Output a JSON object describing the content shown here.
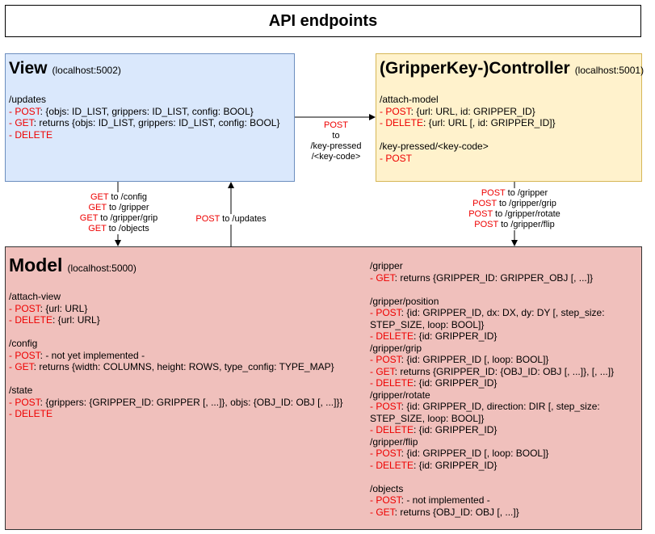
{
  "title": "API endpoints",
  "view": {
    "name": "View",
    "address": "(localhost:5002)",
    "lines": [
      {
        "text": "/updates"
      },
      {
        "method": "- POST",
        "rest": ": {objs: ID_LIST, grippers: ID_LIST, config: BOOL}"
      },
      {
        "method": "- GET",
        "rest": ": returns {objs: ID_LIST, grippers: ID_LIST, config: BOOL}"
      },
      {
        "method": "- DELETE",
        "rest": ""
      }
    ]
  },
  "controller": {
    "name": "(GripperKey-)Controller",
    "address": "(localhost:5001)",
    "lines": [
      {
        "text": "/attach-model"
      },
      {
        "method": "- POST",
        "rest": ": {url: URL, id: GRIPPER_ID}"
      },
      {
        "method": "- DELETE",
        "rest": ": {url: URL [, id: GRIPPER_ID]}"
      },
      {
        "gap": true
      },
      {
        "text": "/key-pressed/<key-code>"
      },
      {
        "method": "- POST",
        "rest": ""
      }
    ]
  },
  "model": {
    "name": "Model",
    "address": "(localhost:5000)",
    "left_lines": [
      {
        "text": "/attach-view"
      },
      {
        "method": "- POST",
        "rest": ": {url: URL}"
      },
      {
        "method": "- DELETE",
        "rest": ": {url: URL}"
      },
      {
        "gap": true
      },
      {
        "text": "/config"
      },
      {
        "method": "- POST",
        "rest": ": - not yet implemented -"
      },
      {
        "method": "- GET",
        "rest": ": returns {width: COLUMNS, height: ROWS, type_config: TYPE_MAP}"
      },
      {
        "gap": true
      },
      {
        "text": "/state"
      },
      {
        "method": "- POST",
        "rest": ": {grippers: {GRIPPER_ID: GRIPPER [, ...]}, objs: {OBJ_ID: OBJ [, ...]}}"
      },
      {
        "method": "- DELETE",
        "rest": ""
      }
    ],
    "right_lines": [
      {
        "text": "/gripper"
      },
      {
        "method": "- GET",
        "rest": ": returns {GRIPPER_ID: GRIPPER_OBJ [, ...]}"
      },
      {
        "gap": true
      },
      {
        "text": "/gripper/position"
      },
      {
        "method": "- POST",
        "rest": ": {id: GRIPPER_ID, dx: DX, dy: DY [, step_size:"
      },
      {
        "text": "STEP_SIZE, loop: BOOL]}"
      },
      {
        "method": "- DELETE",
        "rest": ": {id: GRIPPER_ID}"
      },
      {
        "text": "/gripper/grip"
      },
      {
        "method": "- POST",
        "rest": ": {id: GRIPPER_ID [, loop: BOOL]}"
      },
      {
        "method": "- GET",
        "rest": ": returns {GRIPPER_ID: {OBJ_ID: OBJ [, ...]}, [, ...]}"
      },
      {
        "method": "- DELETE",
        "rest": ": {id: GRIPPER_ID}"
      },
      {
        "text": "/gripper/rotate"
      },
      {
        "method": "- POST",
        "rest": ": {id: GRIPPER_ID, direction: DIR [, step_size:"
      },
      {
        "text": "STEP_SIZE, loop: BOOL]}"
      },
      {
        "method": "- DELETE",
        "rest": ": {id: GRIPPER_ID}"
      },
      {
        "text": "/gripper/flip"
      },
      {
        "method": "- POST",
        "rest": ": {id: GRIPPER_ID [, loop: BOOL]}"
      },
      {
        "method": "- DELETE",
        "rest": ": {id: GRIPPER_ID}"
      },
      {
        "gap": true
      },
      {
        "text": "/objects"
      },
      {
        "method": "- POST",
        "rest": ": - not implemented -"
      },
      {
        "method": "- GET",
        "rest": ": returns {OBJ_ID: OBJ [, ...]}"
      }
    ]
  },
  "edges": {
    "view_to_controller": [
      {
        "method": "POST",
        "rest": ""
      },
      {
        "method": "",
        "rest": "to"
      },
      {
        "method": "",
        "rest": "/key-pressed"
      },
      {
        "method": "",
        "rest": "/<key-code>"
      }
    ],
    "view_to_model": [
      {
        "method": "GET",
        "rest": " to /config"
      },
      {
        "method": "GET",
        "rest": " to /gripper"
      },
      {
        "method": "GET",
        "rest": " to /gripper/grip"
      },
      {
        "method": "GET",
        "rest": " to /objects"
      }
    ],
    "model_to_view": [
      {
        "method": "POST",
        "rest": " to /updates"
      }
    ],
    "controller_to_model": [
      {
        "method": "POST",
        "rest": " to /gripper"
      },
      {
        "method": "POST",
        "rest": " to /gripper/grip"
      },
      {
        "method": "POST",
        "rest": " to /gripper/rotate"
      },
      {
        "method": "POST",
        "rest": " to /gripper/flip"
      }
    ]
  },
  "colors": {
    "method": "#ee0000",
    "view_fill": "#dae8fc",
    "controller_fill": "#fff2cc",
    "model_fill": "#f0c0bc"
  }
}
